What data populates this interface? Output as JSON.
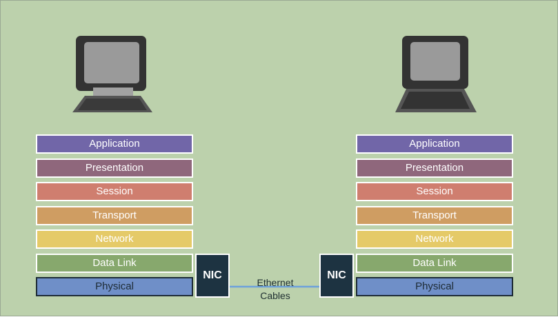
{
  "left_stack": {
    "layers": [
      {
        "label": "Application",
        "color": "#7166a8"
      },
      {
        "label": "Presentation",
        "color": "#8f677c"
      },
      {
        "label": "Session",
        "color": "#cf7e6f"
      },
      {
        "label": "Transport",
        "color": "#cf9d62"
      },
      {
        "label": "Network",
        "color": "#e5ca68"
      },
      {
        "label": "Data Link",
        "color": "#87a86d"
      },
      {
        "label": "Physical",
        "color": "#6f8fc8"
      }
    ]
  },
  "right_stack": {
    "layers": [
      {
        "label": "Application",
        "color": "#7166a8"
      },
      {
        "label": "Presentation",
        "color": "#8f677c"
      },
      {
        "label": "Session",
        "color": "#cf7e6f"
      },
      {
        "label": "Transport",
        "color": "#cf9d62"
      },
      {
        "label": "Network",
        "color": "#e5ca68"
      },
      {
        "label": "Data Link",
        "color": "#87a86d"
      },
      {
        "label": "Physical",
        "color": "#6f8fc8"
      }
    ]
  },
  "nic_left": {
    "label": "NIC"
  },
  "nic_right": {
    "label": "NIC"
  },
  "cable": {
    "line1": "Ethernet",
    "line2": "Cables",
    "color": "#6ca0dc"
  },
  "computers": [
    {
      "icon": "computer-icon"
    },
    {
      "icon": "laptop-icon"
    }
  ]
}
